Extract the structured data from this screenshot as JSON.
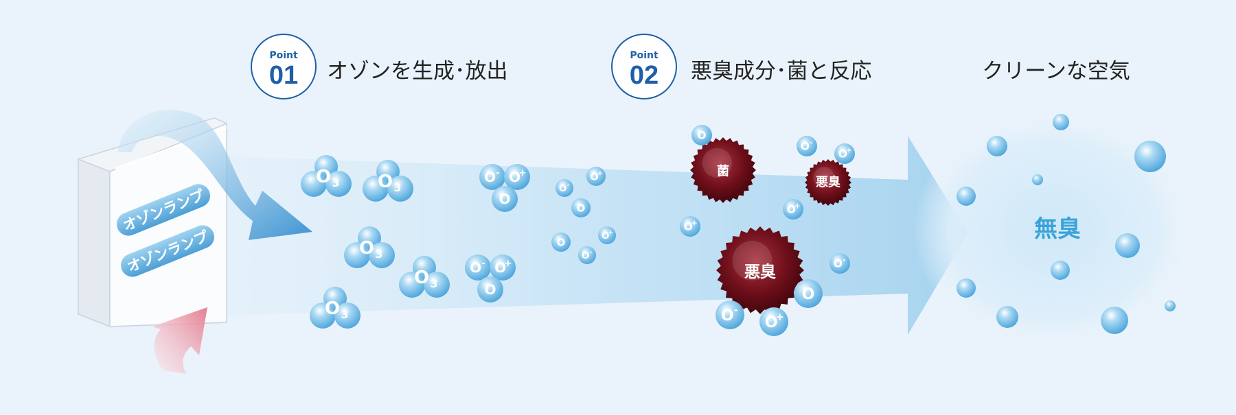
{
  "point1": {
    "badge_top": "Point",
    "badge_num": "01",
    "title": "オゾンを生成･放出"
  },
  "point2": {
    "badge_top": "Point",
    "badge_num": "02",
    "title": "悪臭成分･菌と反応"
  },
  "result_title": "クリーンな空気",
  "lamp_label": "オゾンランプ",
  "ozone_label": {
    "base": "O",
    "sub": "3"
  },
  "ion_labels": {
    "o": "O",
    "minus": "-",
    "plus": "+"
  },
  "germ_label": "菌",
  "odor_label": "悪臭",
  "result_label": "無臭",
  "colors": {
    "badge_blue": "#1e5fa8",
    "bubble": "#5fb0e0",
    "germ": "#6e0f1a",
    "result_text": "#3aa3d8",
    "intake_arrow": "#e8899a",
    "flow_arrow": "#9fcdec"
  }
}
